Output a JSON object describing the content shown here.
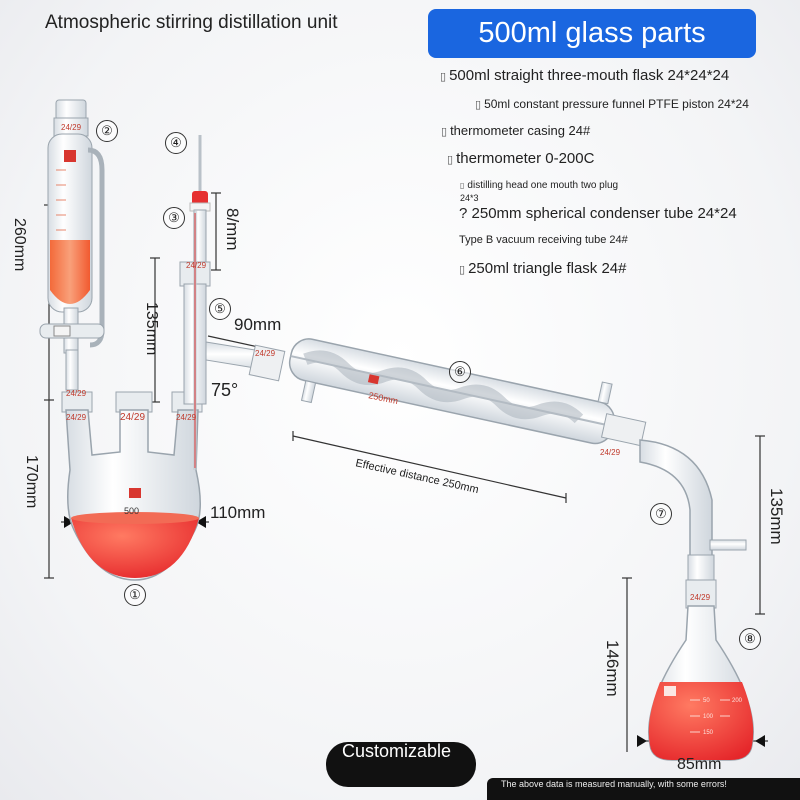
{
  "header": {
    "title": "Atmospheric stirring distillation unit",
    "badge": "500ml glass parts"
  },
  "specs": [
    "500ml straight three-mouth flask 24*24*24",
    "50ml constant pressure funnel PTFE piston 24*24",
    "thermometer casing 24#",
    "thermometer 0-200C",
    "distilling head one mouth two plug",
    "24*3",
    "? 250mm spherical condenser tube 24*24",
    "Type B vacuum receiving tube 24#",
    "250ml triangle flask 24#"
  ],
  "spec_marker": "▯",
  "part_numbers": [
    "①",
    "②",
    "③",
    "④",
    "⑤",
    "⑥",
    "⑦",
    "⑧"
  ],
  "dimensions": {
    "funnel_height": "260mm",
    "flask_height": "170mm",
    "flask_width": "110mm",
    "casing_height": "135mm",
    "thermometer_length": "8/mm",
    "side_arm": "90mm",
    "angle": "75°",
    "receiver_height": "135mm",
    "triangle_height": "146mm",
    "triangle_width": "85mm",
    "effective_distance": "Effective distance 250mm"
  },
  "glass_labels": {
    "joint": "24/29",
    "flask_volume": "500",
    "condenser_length": "250mm",
    "scale_50": "50",
    "scale_100": "100",
    "scale_150": "150",
    "scale_200": "200"
  },
  "button": {
    "label": "Customizable"
  },
  "footer": {
    "note": "The above data is measured manually, with some errors!"
  },
  "colors": {
    "badge": "#1a66e0",
    "liquid": "#f0413a",
    "liquid_funnel": "#f47a4c",
    "joint_label": "#c0392b",
    "cap": "#e63030"
  }
}
